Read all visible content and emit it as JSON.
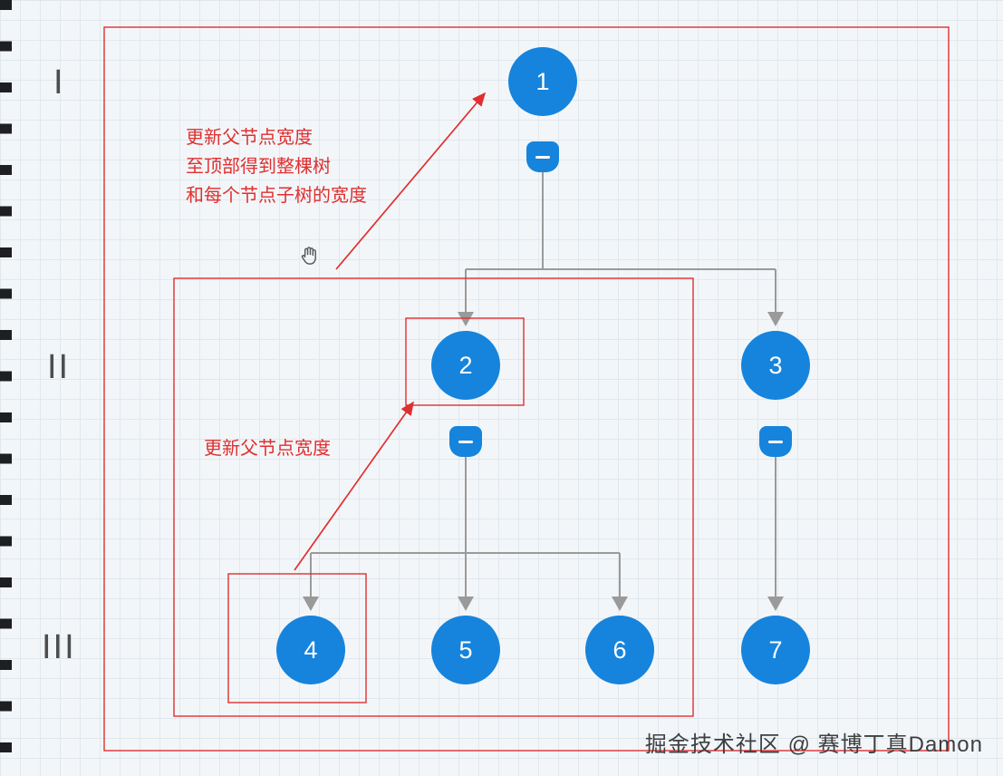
{
  "diagram": {
    "watermark": "掘金技术社区 @ 赛博丁真Damon",
    "levels": [
      {
        "label": "I"
      },
      {
        "label": "II"
      },
      {
        "label": "III"
      }
    ],
    "nodes": [
      {
        "id": 1,
        "label": "1",
        "level": "I",
        "has_collapse_toggle": true
      },
      {
        "id": 2,
        "label": "2",
        "level": "II",
        "has_collapse_toggle": true
      },
      {
        "id": 3,
        "label": "3",
        "level": "II",
        "has_collapse_toggle": true
      },
      {
        "id": 4,
        "label": "4",
        "level": "III",
        "has_collapse_toggle": false
      },
      {
        "id": 5,
        "label": "5",
        "level": "III",
        "has_collapse_toggle": false
      },
      {
        "id": 6,
        "label": "6",
        "level": "III",
        "has_collapse_toggle": false
      },
      {
        "id": 7,
        "label": "7",
        "level": "III",
        "has_collapse_toggle": false
      }
    ],
    "edges": [
      {
        "from": 1,
        "to": 2
      },
      {
        "from": 1,
        "to": 3
      },
      {
        "from": 2,
        "to": 4
      },
      {
        "from": 2,
        "to": 5
      },
      {
        "from": 2,
        "to": 6
      },
      {
        "from": 3,
        "to": 7
      }
    ],
    "annotations": [
      {
        "id": "top",
        "lines": [
          "更新父节点宽度",
          "至顶部得到整棵树",
          "和每个节点子树的宽度"
        ],
        "points_to": "node-1"
      },
      {
        "id": "mid",
        "lines": [
          "更新父节点宽度"
        ],
        "points_to": "node-2"
      }
    ],
    "colors": {
      "node_blue": "#1684dc",
      "highlight_red": "#e02f2f",
      "connector_gray": "#9a9a9a",
      "grid_line": "#e0e8ee"
    }
  }
}
